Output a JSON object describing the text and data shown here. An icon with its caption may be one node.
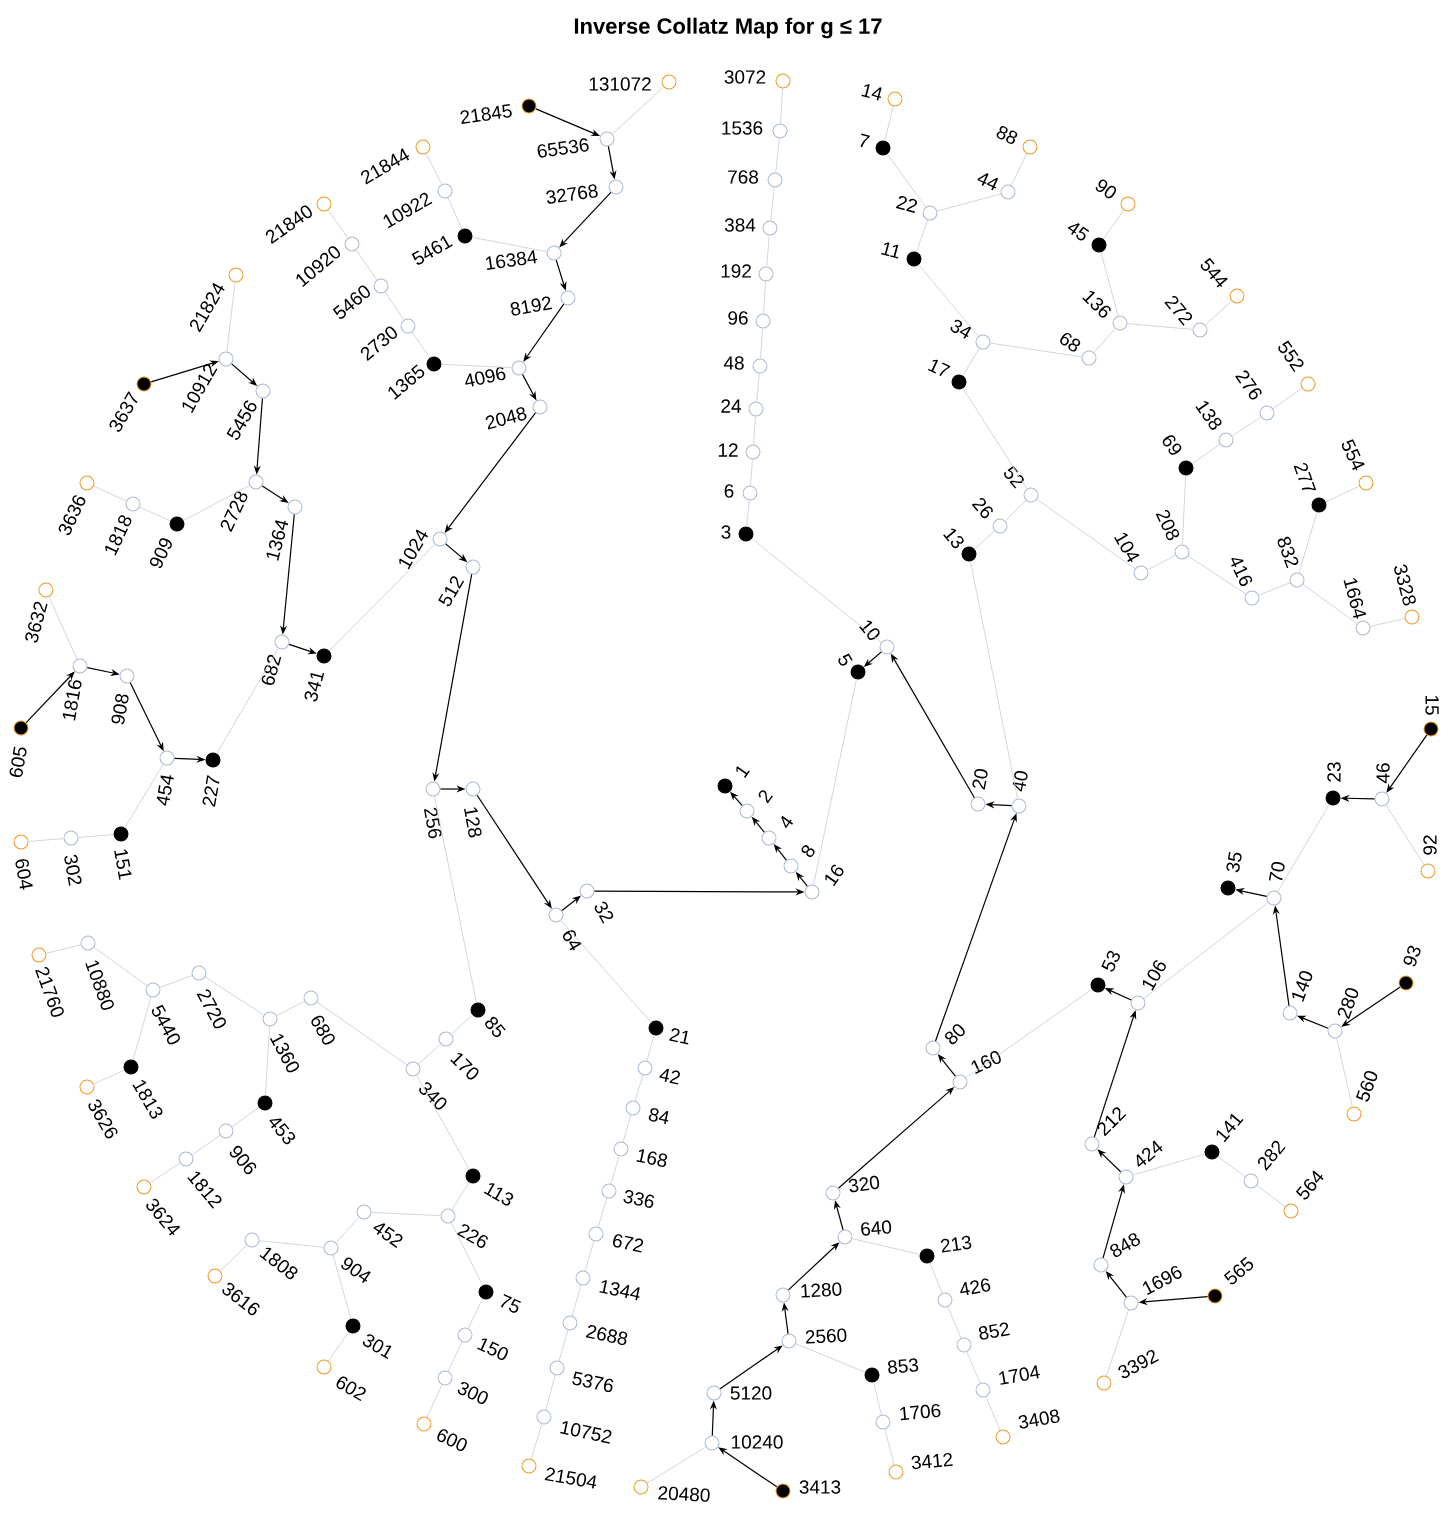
{
  "diagram": {
    "title": "Inverse Collatz Map for g ≤ 17",
    "nodes": [
      {
        "text": [
          "131072"
        ]
      },
      {
        "text": [
          "21845"
        ]
      },
      {
        "text": [
          "65536"
        ]
      },
      {
        "text": [
          "32768"
        ]
      },
      {
        "text": [
          "16384"
        ]
      },
      {
        "text": [
          "8192"
        ]
      },
      {
        "text": [
          "4096"
        ]
      },
      {
        "text": [
          "2048"
        ]
      },
      {
        "text": [
          "1024"
        ]
      },
      {
        "text": [
          "512"
        ]
      },
      {
        "text": [
          "256"
        ]
      },
      {
        "text": [
          "128"
        ]
      },
      {
        "text": [
          "64"
        ]
      },
      {
        "text": [
          "32"
        ]
      },
      {
        "text": [
          "16"
        ]
      },
      {
        "text": [
          "8"
        ]
      },
      {
        "text": [
          "4"
        ]
      },
      {
        "text": [
          "2"
        ]
      },
      {
        "text": [
          "1"
        ]
      },
      {
        "text": [
          "5"
        ]
      },
      {
        "text": [
          "10"
        ]
      },
      {
        "text": [
          "3072"
        ]
      },
      {
        "text": [
          "1536"
        ]
      },
      {
        "text": [
          "768"
        ]
      },
      {
        "text": [
          "384"
        ]
      },
      {
        "text": [
          "192"
        ]
      },
      {
        "text": [
          "96"
        ]
      },
      {
        "text": [
          "48"
        ]
      },
      {
        "text": [
          "24"
        ]
      },
      {
        "text": [
          "12"
        ]
      },
      {
        "text": [
          "6"
        ]
      },
      {
        "text": [
          "3"
        ]
      },
      {
        "text": [
          "21844"
        ]
      },
      {
        "text": [
          "10922"
        ]
      },
      {
        "text": [
          "5461"
        ]
      },
      {
        "text": [
          "21840"
        ]
      },
      {
        "text": [
          "10920"
        ]
      },
      {
        "text": [
          "5460"
        ]
      },
      {
        "text": [
          "2730"
        ]
      },
      {
        "text": [
          "1365"
        ]
      },
      {
        "text": [
          "21824"
        ]
      },
      {
        "text": [
          "10912"
        ]
      },
      {
        "text": [
          "3637"
        ]
      },
      {
        "text": [
          "5456"
        ]
      },
      {
        "text": [
          "2728"
        ]
      },
      {
        "text": [
          "1364"
        ]
      },
      {
        "text": [
          "3636"
        ]
      },
      {
        "text": [
          "1818"
        ]
      },
      {
        "text": [
          "909"
        ]
      },
      {
        "text": [
          "682"
        ]
      },
      {
        "text": [
          "341"
        ]
      },
      {
        "text": [
          "3632"
        ]
      },
      {
        "text": [
          "1816"
        ]
      },
      {
        "text": [
          "605"
        ]
      },
      {
        "text": [
          "908"
        ]
      },
      {
        "text": [
          "454"
        ]
      },
      {
        "text": [
          "227"
        ]
      },
      {
        "text": [
          "151"
        ]
      },
      {
        "text": [
          "302"
        ]
      },
      {
        "text": [
          "604"
        ]
      },
      {
        "text": [
          "21760"
        ]
      },
      {
        "text": [
          "10880"
        ]
      },
      {
        "text": [
          "5440"
        ]
      },
      {
        "text": [
          "1813"
        ]
      },
      {
        "text": [
          "3626"
        ]
      },
      {
        "text": [
          "2720"
        ]
      },
      {
        "text": [
          "1360"
        ]
      },
      {
        "text": [
          "680"
        ]
      },
      {
        "text": [
          "453"
        ]
      },
      {
        "text": [
          "906"
        ]
      },
      {
        "text": [
          "1812"
        ]
      },
      {
        "text": [
          "3624"
        ]
      },
      {
        "text": [
          "85"
        ]
      },
      {
        "text": [
          "170"
        ]
      },
      {
        "text": [
          "340"
        ]
      },
      {
        "text": [
          "113"
        ]
      },
      {
        "text": [
          "226"
        ]
      },
      {
        "text": [
          "452"
        ]
      },
      {
        "text": [
          "904"
        ]
      },
      {
        "text": [
          "1808"
        ]
      },
      {
        "text": [
          "3616"
        ]
      },
      {
        "text": [
          "301"
        ]
      },
      {
        "text": [
          "602"
        ]
      },
      {
        "text": [
          "75"
        ]
      },
      {
        "text": [
          "150"
        ]
      },
      {
        "text": [
          "300"
        ]
      },
      {
        "text": [
          "600"
        ]
      },
      {
        "text": [
          "21"
        ]
      },
      {
        "text": [
          "42"
        ]
      },
      {
        "text": [
          "84"
        ]
      },
      {
        "text": [
          "168"
        ]
      },
      {
        "text": [
          "336"
        ]
      },
      {
        "text": [
          "672"
        ]
      },
      {
        "text": [
          "1344"
        ]
      },
      {
        "text": [
          "2688"
        ]
      },
      {
        "text": [
          "5376"
        ]
      },
      {
        "text": [
          "10752"
        ]
      },
      {
        "text": [
          "21504"
        ]
      },
      {
        "text": [
          "20480"
        ]
      },
      {
        "text": [
          "10240"
        ]
      },
      {
        "text": [
          "3413"
        ]
      },
      {
        "text": [
          "5120"
        ]
      },
      {
        "text": [
          "2560"
        ]
      },
      {
        "text": [
          "853"
        ]
      },
      {
        "text": [
          "1706"
        ]
      },
      {
        "text": [
          "3412"
        ]
      },
      {
        "text": [
          "1280"
        ]
      },
      {
        "text": [
          "640"
        ]
      },
      {
        "text": [
          "213"
        ]
      },
      {
        "text": [
          "426"
        ]
      },
      {
        "text": [
          "852"
        ]
      },
      {
        "text": [
          "1704"
        ]
      },
      {
        "text": [
          "3408"
        ]
      },
      {
        "text": [
          "320"
        ]
      },
      {
        "text": [
          "160"
        ]
      },
      {
        "text": [
          "80"
        ]
      },
      {
        "text": [
          "40"
        ]
      },
      {
        "text": [
          "20"
        ]
      },
      {
        "text": [
          "13"
        ]
      },
      {
        "text": [
          "26"
        ]
      },
      {
        "text": [
          "52"
        ]
      },
      {
        "text": [
          "17"
        ]
      },
      {
        "text": [
          "34"
        ]
      },
      {
        "text": [
          "68"
        ]
      },
      {
        "text": [
          "11"
        ]
      },
      {
        "text": [
          "22"
        ]
      },
      {
        "text": [
          "44"
        ]
      },
      {
        "text": [
          "88"
        ]
      },
      {
        "text": [
          "7"
        ]
      },
      {
        "text": [
          "14"
        ]
      },
      {
        "text": [
          "136"
        ]
      },
      {
        "text": [
          "272"
        ]
      },
      {
        "text": [
          "544"
        ]
      },
      {
        "text": [
          "45"
        ]
      },
      {
        "text": [
          "90"
        ]
      },
      {
        "text": [
          "104"
        ]
      },
      {
        "text": [
          "208"
        ]
      },
      {
        "text": [
          "416"
        ]
      },
      {
        "text": [
          "832"
        ]
      },
      {
        "text": [
          "1664"
        ]
      },
      {
        "text": [
          "3328"
        ]
      },
      {
        "text": [
          "277"
        ]
      },
      {
        "text": [
          "554"
        ]
      },
      {
        "text": [
          "69"
        ]
      },
      {
        "text": [
          "138"
        ]
      },
      {
        "text": [
          "276"
        ]
      },
      {
        "text": [
          "552"
        ]
      },
      {
        "text": [
          "15"
        ]
      },
      {
        "text": [
          "46"
        ]
      },
      {
        "text": [
          "23"
        ]
      },
      {
        "text": [
          "92"
        ]
      },
      {
        "text": [
          "70"
        ]
      },
      {
        "text": [
          "35"
        ]
      },
      {
        "text": [
          "140"
        ]
      },
      {
        "text": [
          "280"
        ]
      },
      {
        "text": [
          "93"
        ]
      },
      {
        "text": [
          "560"
        ]
      },
      {
        "text": [
          "106"
        ]
      },
      {
        "text": [
          "53"
        ]
      },
      {
        "text": [
          "212"
        ]
      },
      {
        "text": [
          "424"
        ]
      },
      {
        "text": [
          "141"
        ]
      },
      {
        "text": [
          "282"
        ]
      },
      {
        "text": [
          "564"
        ]
      },
      {
        "text": [
          "848"
        ]
      },
      {
        "text": [
          "1696"
        ]
      },
      {
        "text": [
          "565"
        ]
      },
      {
        "text": [
          "3392"
        ]
      }
    ],
    "edges": [
      {
        "from": 1,
        "to": 2,
        "arrow": "to",
        "color": "#000000"
      },
      {
        "from": 2,
        "to": 3,
        "arrow": "to",
        "color": "#000000"
      },
      {
        "from": 3,
        "to": 4,
        "arrow": "to",
        "color": "#000000"
      },
      {
        "from": 4,
        "to": 5,
        "arrow": "to",
        "color": "#000000"
      },
      {
        "from": 5,
        "to": 6,
        "arrow": "to",
        "color": "#000000"
      },
      {
        "from": 6,
        "to": 7,
        "arrow": "to",
        "color": "#000000"
      },
      {
        "from": 7,
        "to": 8,
        "arrow": "to",
        "color": "#000000"
      },
      {
        "from": 8,
        "to": 9,
        "arrow": "to",
        "color": "#000000"
      },
      {
        "from": 9,
        "to": 10,
        "arrow": "to",
        "color": "#000000"
      },
      {
        "from": 10,
        "to": 11,
        "arrow": "to",
        "color": "#000000"
      },
      {
        "from": 11,
        "to": 12,
        "arrow": "to",
        "color": "#000000"
      },
      {
        "from": 12,
        "to": 13,
        "arrow": "to",
        "color": "#000000"
      },
      {
        "from": 13,
        "to": 14,
        "arrow": "to",
        "color": "#000000"
      },
      {
        "from": 14,
        "to": 15,
        "arrow": "to",
        "color": "#000000"
      },
      {
        "from": 15,
        "to": 16,
        "arrow": "to",
        "color": "#000000"
      },
      {
        "from": 16,
        "to": 17,
        "arrow": "to",
        "color": "#000000"
      },
      {
        "from": 17,
        "to": 18,
        "arrow": "to",
        "color": "#000000"
      },
      {
        "from": 2,
        "to": 0,
        "arrow": "none"
      },
      {
        "from": 4,
        "to": 34,
        "arrow": "none"
      },
      {
        "from": 6,
        "to": 39,
        "arrow": "none"
      },
      {
        "from": 8,
        "to": 50,
        "arrow": "none"
      },
      {
        "from": 10,
        "to": 72,
        "arrow": "none"
      },
      {
        "from": 12,
        "to": 87,
        "arrow": "none"
      },
      {
        "from": 14,
        "to": 19,
        "arrow": "none"
      },
      {
        "from": 20,
        "to": 19,
        "arrow": "to",
        "color": "#000000"
      },
      {
        "from": 20,
        "to": 31,
        "arrow": "none"
      },
      {
        "from": 31,
        "to": 30,
        "arrow": "none"
      },
      {
        "from": 30,
        "to": 29,
        "arrow": "none"
      },
      {
        "from": 29,
        "to": 28,
        "arrow": "none"
      },
      {
        "from": 28,
        "to": 27,
        "arrow": "none"
      },
      {
        "from": 27,
        "to": 26,
        "arrow": "none"
      },
      {
        "from": 26,
        "to": 25,
        "arrow": "none"
      },
      {
        "from": 25,
        "to": 24,
        "arrow": "none"
      },
      {
        "from": 24,
        "to": 23,
        "arrow": "none"
      },
      {
        "from": 23,
        "to": 22,
        "arrow": "none"
      },
      {
        "from": 22,
        "to": 21,
        "arrow": "none"
      },
      {
        "from": 34,
        "to": 33,
        "arrow": "none"
      },
      {
        "from": 33,
        "to": 32,
        "arrow": "none"
      },
      {
        "from": 39,
        "to": 38,
        "arrow": "none"
      },
      {
        "from": 38,
        "to": 37,
        "arrow": "none"
      },
      {
        "from": 37,
        "to": 36,
        "arrow": "none"
      },
      {
        "from": 36,
        "to": 35,
        "arrow": "none"
      },
      {
        "from": 42,
        "to": 41,
        "arrow": "to",
        "color": "#000000"
      },
      {
        "from": 41,
        "to": 43,
        "arrow": "to",
        "color": "#000000"
      },
      {
        "from": 43,
        "to": 44,
        "arrow": "to",
        "color": "#000000"
      },
      {
        "from": 44,
        "to": 45,
        "arrow": "to",
        "color": "#000000"
      },
      {
        "from": 45,
        "to": 49,
        "arrow": "to",
        "color": "#000000"
      },
      {
        "from": 49,
        "to": 50,
        "arrow": "to",
        "color": "#000000"
      },
      {
        "from": 41,
        "to": 40,
        "arrow": "none"
      },
      {
        "from": 44,
        "to": 48,
        "arrow": "none"
      },
      {
        "from": 48,
        "to": 47,
        "arrow": "none"
      },
      {
        "from": 47,
        "to": 46,
        "arrow": "none"
      },
      {
        "from": 49,
        "to": 56,
        "arrow": "none"
      },
      {
        "from": 53,
        "to": 52,
        "arrow": "to",
        "color": "#000000"
      },
      {
        "from": 52,
        "to": 54,
        "arrow": "to",
        "color": "#000000"
      },
      {
        "from": 54,
        "to": 55,
        "arrow": "to",
        "color": "#000000"
      },
      {
        "from": 55,
        "to": 56,
        "arrow": "to",
        "color": "#000000"
      },
      {
        "from": 52,
        "to": 51,
        "arrow": "none"
      },
      {
        "from": 55,
        "to": 57,
        "arrow": "none"
      },
      {
        "from": 57,
        "to": 58,
        "arrow": "none"
      },
      {
        "from": 58,
        "to": 59,
        "arrow": "none"
      },
      {
        "from": 72,
        "to": 73,
        "arrow": "none"
      },
      {
        "from": 73,
        "to": 74,
        "arrow": "none"
      },
      {
        "from": 74,
        "to": 67,
        "arrow": "none"
      },
      {
        "from": 67,
        "to": 66,
        "arrow": "none"
      },
      {
        "from": 66,
        "to": 65,
        "arrow": "none"
      },
      {
        "from": 65,
        "to": 62,
        "arrow": "none"
      },
      {
        "from": 62,
        "to": 61,
        "arrow": "none"
      },
      {
        "from": 61,
        "to": 60,
        "arrow": "none"
      },
      {
        "from": 62,
        "to": 63,
        "arrow": "none"
      },
      {
        "from": 63,
        "to": 64,
        "arrow": "none"
      },
      {
        "from": 66,
        "to": 68,
        "arrow": "none"
      },
      {
        "from": 68,
        "to": 69,
        "arrow": "none"
      },
      {
        "from": 69,
        "to": 70,
        "arrow": "none"
      },
      {
        "from": 70,
        "to": 71,
        "arrow": "none"
      },
      {
        "from": 74,
        "to": 75,
        "arrow": "none"
      },
      {
        "from": 75,
        "to": 76,
        "arrow": "none"
      },
      {
        "from": 76,
        "to": 77,
        "arrow": "none"
      },
      {
        "from": 77,
        "to": 78,
        "arrow": "none"
      },
      {
        "from": 78,
        "to": 79,
        "arrow": "none"
      },
      {
        "from": 79,
        "to": 80,
        "arrow": "none"
      },
      {
        "from": 78,
        "to": 81,
        "arrow": "none"
      },
      {
        "from": 81,
        "to": 82,
        "arrow": "none"
      },
      {
        "from": 76,
        "to": 83,
        "arrow": "none"
      },
      {
        "from": 83,
        "to": 84,
        "arrow": "none"
      },
      {
        "from": 84,
        "to": 85,
        "arrow": "none"
      },
      {
        "from": 85,
        "to": 86,
        "arrow": "none"
      },
      {
        "from": 87,
        "to": 88,
        "arrow": "none"
      },
      {
        "from": 88,
        "to": 89,
        "arrow": "none"
      },
      {
        "from": 89,
        "to": 90,
        "arrow": "none"
      },
      {
        "from": 90,
        "to": 91,
        "arrow": "none"
      },
      {
        "from": 91,
        "to": 92,
        "arrow": "none"
      },
      {
        "from": 92,
        "to": 93,
        "arrow": "none"
      },
      {
        "from": 93,
        "to": 94,
        "arrow": "none"
      },
      {
        "from": 94,
        "to": 95,
        "arrow": "none"
      },
      {
        "from": 95,
        "to": 96,
        "arrow": "none"
      },
      {
        "from": 96,
        "to": 97,
        "arrow": "none"
      },
      {
        "from": 100,
        "to": 99,
        "arrow": "to",
        "color": "#000000"
      },
      {
        "from": 99,
        "to": 101,
        "arrow": "to",
        "color": "#000000"
      },
      {
        "from": 101,
        "to": 102,
        "arrow": "to",
        "color": "#000000"
      },
      {
        "from": 102,
        "to": 106,
        "arrow": "to",
        "color": "#000000"
      },
      {
        "from": 106,
        "to": 107,
        "arrow": "to",
        "color": "#000000"
      },
      {
        "from": 107,
        "to": 113,
        "arrow": "to",
        "color": "#000000"
      },
      {
        "from": 113,
        "to": 114,
        "arrow": "to",
        "color": "#000000"
      },
      {
        "from": 114,
        "to": 115,
        "arrow": "to",
        "color": "#000000"
      },
      {
        "from": 115,
        "to": 116,
        "arrow": "to",
        "color": "#000000"
      },
      {
        "from": 116,
        "to": 117,
        "arrow": "to",
        "color": "#000000"
      },
      {
        "from": 117,
        "to": 20,
        "arrow": "to",
        "color": "#000000"
      },
      {
        "from": 99,
        "to": 98,
        "arrow": "none"
      },
      {
        "from": 102,
        "to": 103,
        "arrow": "none"
      },
      {
        "from": 103,
        "to": 104,
        "arrow": "none"
      },
      {
        "from": 104,
        "to": 105,
        "arrow": "none"
      },
      {
        "from": 107,
        "to": 108,
        "arrow": "none"
      },
      {
        "from": 108,
        "to": 109,
        "arrow": "none"
      },
      {
        "from": 109,
        "to": 110,
        "arrow": "none"
      },
      {
        "from": 110,
        "to": 111,
        "arrow": "none"
      },
      {
        "from": 111,
        "to": 112,
        "arrow": "none"
      },
      {
        "from": 114,
        "to": 158,
        "arrow": "none"
      },
      {
        "from": 116,
        "to": 118,
        "arrow": "none"
      },
      {
        "from": 118,
        "to": 119,
        "arrow": "none"
      },
      {
        "from": 119,
        "to": 120,
        "arrow": "none"
      },
      {
        "from": 120,
        "to": 135,
        "arrow": "none"
      },
      {
        "from": 135,
        "to": 136,
        "arrow": "none"
      },
      {
        "from": 136,
        "to": 137,
        "arrow": "none"
      },
      {
        "from": 137,
        "to": 138,
        "arrow": "none"
      },
      {
        "from": 138,
        "to": 139,
        "arrow": "none"
      },
      {
        "from": 139,
        "to": 140,
        "arrow": "none"
      },
      {
        "from": 138,
        "to": 141,
        "arrow": "none"
      },
      {
        "from": 141,
        "to": 142,
        "arrow": "none"
      },
      {
        "from": 136,
        "to": 143,
        "arrow": "none"
      },
      {
        "from": 143,
        "to": 144,
        "arrow": "none"
      },
      {
        "from": 144,
        "to": 145,
        "arrow": "none"
      },
      {
        "from": 145,
        "to": 146,
        "arrow": "none"
      },
      {
        "from": 120,
        "to": 121,
        "arrow": "none"
      },
      {
        "from": 121,
        "to": 122,
        "arrow": "none"
      },
      {
        "from": 122,
        "to": 123,
        "arrow": "none"
      },
      {
        "from": 123,
        "to": 130,
        "arrow": "none"
      },
      {
        "from": 130,
        "to": 131,
        "arrow": "none"
      },
      {
        "from": 131,
        "to": 132,
        "arrow": "none"
      },
      {
        "from": 130,
        "to": 133,
        "arrow": "none"
      },
      {
        "from": 133,
        "to": 134,
        "arrow": "none"
      },
      {
        "from": 122,
        "to": 124,
        "arrow": "none"
      },
      {
        "from": 124,
        "to": 125,
        "arrow": "none"
      },
      {
        "from": 125,
        "to": 126,
        "arrow": "none"
      },
      {
        "from": 126,
        "to": 127,
        "arrow": "none"
      },
      {
        "from": 125,
        "to": 128,
        "arrow": "none"
      },
      {
        "from": 128,
        "to": 129,
        "arrow": "none"
      },
      {
        "from": 166,
        "to": 165,
        "arrow": "to",
        "color": "#000000"
      },
      {
        "from": 165,
        "to": 164,
        "arrow": "to",
        "color": "#000000"
      },
      {
        "from": 164,
        "to": 160,
        "arrow": "to",
        "color": "#000000"
      },
      {
        "from": 160,
        "to": 159,
        "arrow": "to",
        "color": "#000000"
      },
      {
        "from": 159,
        "to": 157,
        "arrow": "to",
        "color": "#000000"
      },
      {
        "from": 157,
        "to": 158,
        "arrow": "to",
        "color": "#000000"
      },
      {
        "from": 165,
        "to": 167,
        "arrow": "none"
      },
      {
        "from": 160,
        "to": 161,
        "arrow": "none"
      },
      {
        "from": 161,
        "to": 162,
        "arrow": "none"
      },
      {
        "from": 162,
        "to": 163,
        "arrow": "none"
      },
      {
        "from": 157,
        "to": 151,
        "arrow": "none"
      },
      {
        "from": 155,
        "to": 154,
        "arrow": "to",
        "color": "#000000"
      },
      {
        "from": 154,
        "to": 153,
        "arrow": "to",
        "color": "#000000"
      },
      {
        "from": 153,
        "to": 151,
        "arrow": "to",
        "color": "#000000"
      },
      {
        "from": 151,
        "to": 152,
        "arrow": "to",
        "color": "#000000"
      },
      {
        "from": 154,
        "to": 156,
        "arrow": "none"
      },
      {
        "from": 151,
        "to": 149,
        "arrow": "none"
      },
      {
        "from": 147,
        "to": 148,
        "arrow": "to",
        "color": "#000000"
      },
      {
        "from": 148,
        "to": 149,
        "arrow": "to",
        "color": "#000000"
      },
      {
        "from": 148,
        "to": 150,
        "arrow": "none"
      }
    ]
  }
}
